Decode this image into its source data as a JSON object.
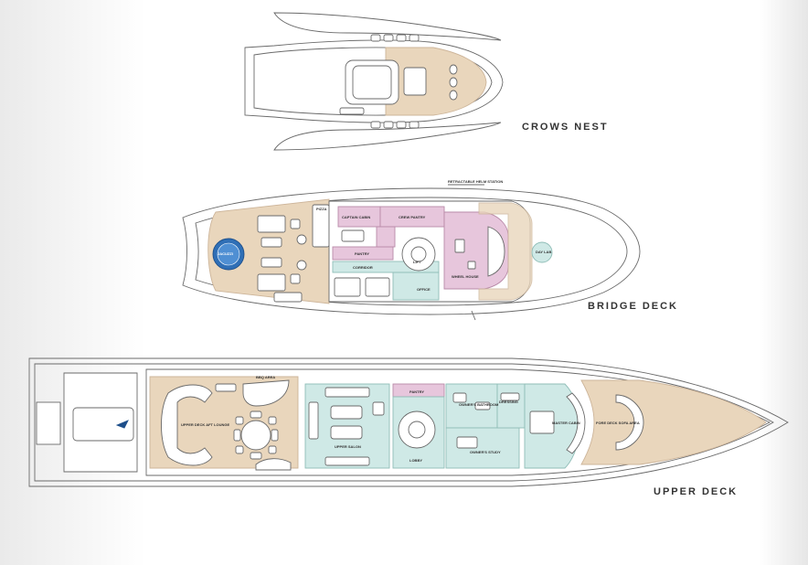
{
  "colors": {
    "teak": "#e9d6bc",
    "teak_line": "#cdb59a",
    "hull_line": "#6a6a6a",
    "pantry_pink": "#e7c6dc",
    "salon_aqua": "#cfe9e6",
    "jacuzzi_blue": "#2f6fb6",
    "text": "#333333"
  },
  "decks": {
    "crows_nest": {
      "title": "CROWS NEST"
    },
    "bridge_deck": {
      "title": "BRIDGE DECK",
      "labels": {
        "retractable": "RETRACTABLE HELM STATION",
        "jacuzzi": "JACUZZI",
        "pizza": "PIZZA",
        "captain_cabin": "CAPTAIN CABIN",
        "crew_pantry": "CREW PANTRY",
        "pantry": "PANTRY",
        "corridor": "CORRIDOR",
        "lift": "LIFT",
        "office": "OFFICE",
        "wheel_house": "WHEEL HOUSE",
        "day_lab": "DAY LAB"
      }
    },
    "upper_deck": {
      "title": "UPPER DECK",
      "labels": {
        "bbq": "BBQ AREA",
        "aft_lounge": "UPPER DECK AFT LOUNGE",
        "pantry": "PANTRY",
        "owners_bathroom": "OWNER'S BATHROOM",
        "dressing": "DRESSING",
        "master_cabin": "MASTER CABIN",
        "fore_deck": "FORE DECK SOFA AREA",
        "upper_salon": "UPPER SALON",
        "lobby": "LOBBY",
        "owners_study": "OWNER'S STUDY"
      }
    }
  }
}
